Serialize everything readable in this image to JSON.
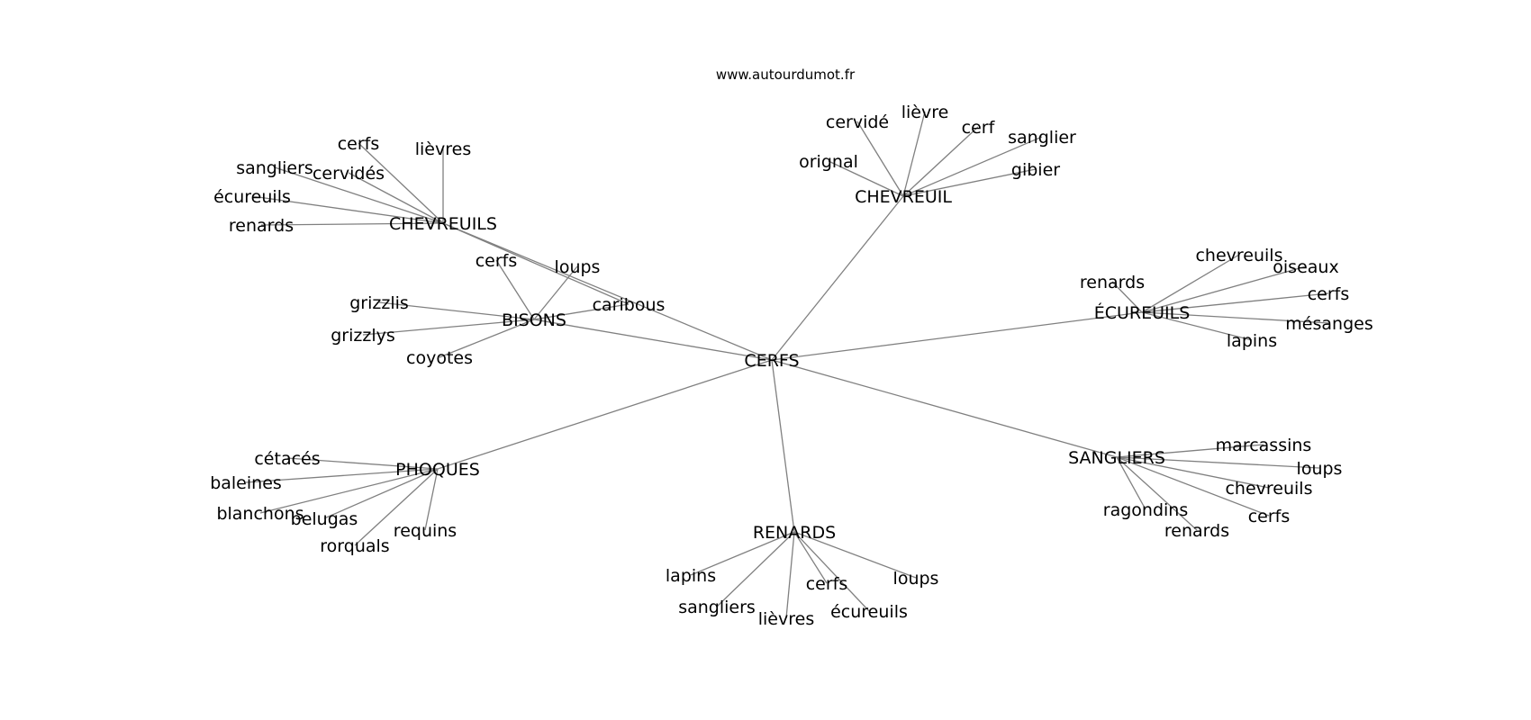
{
  "source": "www.autourdumot.fr",
  "center": "CERFS",
  "groups": [
    {
      "id": "chevreuil",
      "label": "CHEVREUIL",
      "leaves": [
        "orignal",
        "cervidé",
        "lièvre",
        "cerf",
        "sanglier",
        "gibier"
      ]
    },
    {
      "id": "chevreuils",
      "label": "CHEVREUILS",
      "leaves": [
        "cerfs",
        "lièvres",
        "sangliers",
        "cervidés",
        "écureuils",
        "renards",
        "caribous"
      ]
    },
    {
      "id": "bisons",
      "label": "BISONS",
      "leaves": [
        "cerfs",
        "loups",
        "grizzlis",
        "grizzlys",
        "coyotes",
        "caribous"
      ]
    },
    {
      "id": "ecureuils",
      "label": "ÉCUREUILS",
      "leaves": [
        "renards",
        "chevreuils",
        "oiseaux",
        "cerfs",
        "mésanges",
        "lapins"
      ]
    },
    {
      "id": "phoques",
      "label": "PHOQUES",
      "leaves": [
        "cétacés",
        "baleines",
        "blanchons",
        "belugas",
        "rorquals",
        "requins"
      ]
    },
    {
      "id": "renards",
      "label": "RENARDS",
      "leaves": [
        "lapins",
        "sangliers",
        "lièvres",
        "cerfs",
        "écureuils",
        "loups"
      ]
    },
    {
      "id": "sangliers",
      "label": "SANGLIERS",
      "leaves": [
        "marcassins",
        "loups",
        "chevreuils",
        "cerfs",
        "ragondins",
        "renards"
      ]
    }
  ]
}
